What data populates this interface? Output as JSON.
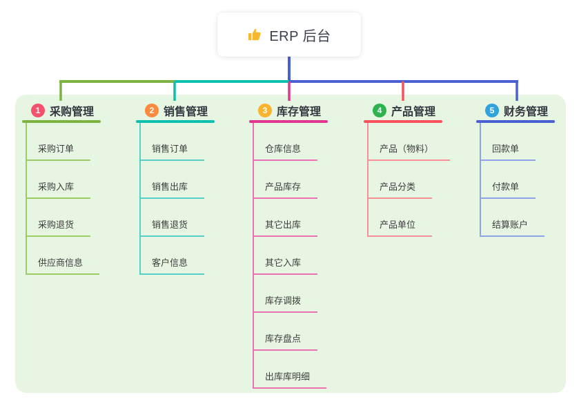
{
  "root": {
    "title": "ERP 后台",
    "icon": "thumbs-up-icon",
    "icon_color": "#f5b82e",
    "connector_color": "#4a5fd0"
  },
  "canvas": {
    "background": "#ffffff",
    "panel_color": "#e7f6e2"
  },
  "branches": [
    {
      "key": "purchase",
      "badge": "1",
      "badge_color": "#f4516c",
      "title": "采购管理",
      "line_color": "#7cb342",
      "child_line_color": "#9ccc65",
      "children": [
        "采购订单",
        "采购入库",
        "采购退货",
        "供应商信息"
      ]
    },
    {
      "key": "sales",
      "badge": "2",
      "badge_color": "#fb8a3f",
      "title": "销售管理",
      "line_color": "#0cbfae",
      "child_line_color": "#55d0c4",
      "children": [
        "销售订单",
        "销售出库",
        "销售退货",
        "客户信息"
      ]
    },
    {
      "key": "inventory",
      "badge": "3",
      "badge_color": "#f9b32f",
      "title": "库存管理",
      "line_color": "#e0368f",
      "child_line_color": "#ee6fb2",
      "children": [
        "仓库信息",
        "产品库存",
        "其它出库",
        "其它入库",
        "库存调拨",
        "库存盘点",
        "出库库明细"
      ]
    },
    {
      "key": "product",
      "badge": "4",
      "badge_color": "#2eb350",
      "title": "产品管理",
      "line_color": "#f8525f",
      "child_line_color": "#f78f96",
      "children": [
        "产品（物料）",
        "产品分类",
        "产品单位"
      ]
    },
    {
      "key": "finance",
      "badge": "5",
      "badge_color": "#30a3dc",
      "title": "财务管理",
      "line_color": "#4a5fd0",
      "child_line_color": "#8ea4e8",
      "children": [
        "回款单",
        "付款单",
        "结算账户"
      ]
    }
  ]
}
